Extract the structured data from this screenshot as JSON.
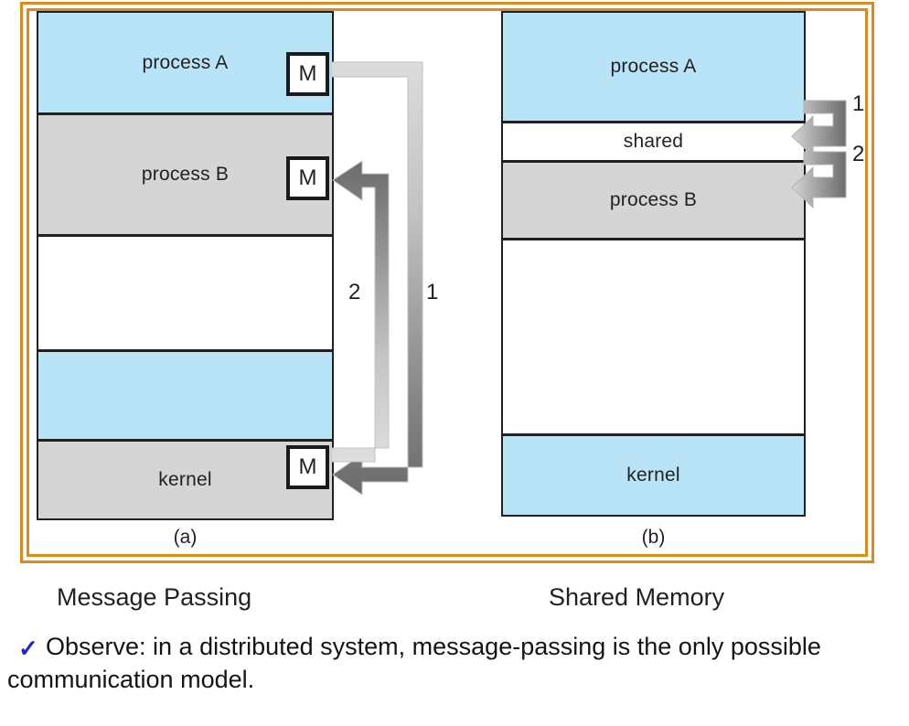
{
  "figure": {
    "panel_a": {
      "caption": "(a)",
      "title": "Message Passing",
      "blocks": [
        {
          "label": "process A",
          "fill": "blue",
          "has_mailbox": true
        },
        {
          "label": "process B",
          "fill": "gray",
          "has_mailbox": true
        },
        {
          "label": "",
          "fill": "white",
          "has_mailbox": false
        },
        {
          "label": "",
          "fill": "blue",
          "has_mailbox": false
        },
        {
          "label": "kernel",
          "fill": "gray",
          "has_mailbox": true
        }
      ],
      "mailbox_label": "M",
      "flows": [
        {
          "id": "1",
          "label": "1",
          "from": "process A",
          "to": "kernel"
        },
        {
          "id": "2",
          "label": "2",
          "from": "kernel",
          "to": "process B"
        }
      ]
    },
    "panel_b": {
      "caption": "(b)",
      "title": "Shared Memory",
      "blocks": [
        {
          "label": "process A",
          "fill": "blue"
        },
        {
          "label": "shared",
          "fill": "white"
        },
        {
          "label": "process B",
          "fill": "gray"
        },
        {
          "label": "",
          "fill": "white"
        },
        {
          "label": "kernel",
          "fill": "blue"
        }
      ],
      "flows": [
        {
          "id": "1",
          "label": "1",
          "target": "shared"
        },
        {
          "id": "2",
          "label": "2",
          "target": "process B"
        }
      ]
    }
  },
  "observe": {
    "bullet_glyph": "✓",
    "text": "Observe: in a distributed system, message-passing is the only possible communication model."
  },
  "colors": {
    "frame_orange": "#d98c1a",
    "block_blue": "#b9e4f7",
    "block_gray": "#d5d5d5",
    "block_outline": "#231f20",
    "arrow_dark": "#6e6e6e",
    "arrow_light": "#d8d8d8",
    "check_blue": "#2222cc"
  }
}
